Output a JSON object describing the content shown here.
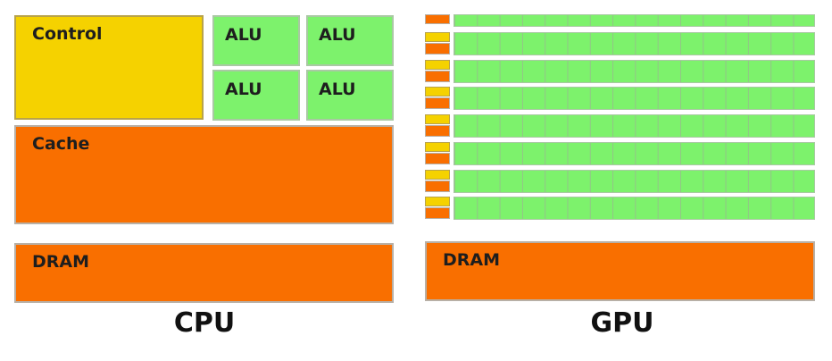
{
  "cpu": {
    "control_label": "Control",
    "alu_labels": [
      "ALU",
      "ALU",
      "ALU",
      "ALU"
    ],
    "cache_label": "Cache",
    "dram_label": "DRAM",
    "caption": "CPU"
  },
  "gpu": {
    "core_rows": 8,
    "cores_per_row": 16,
    "dram_label": "DRAM",
    "caption": "GPU"
  },
  "colors": {
    "control": "#f5d200",
    "alu": "#7df26c",
    "cache": "#f96f00",
    "dram": "#f96f00"
  }
}
